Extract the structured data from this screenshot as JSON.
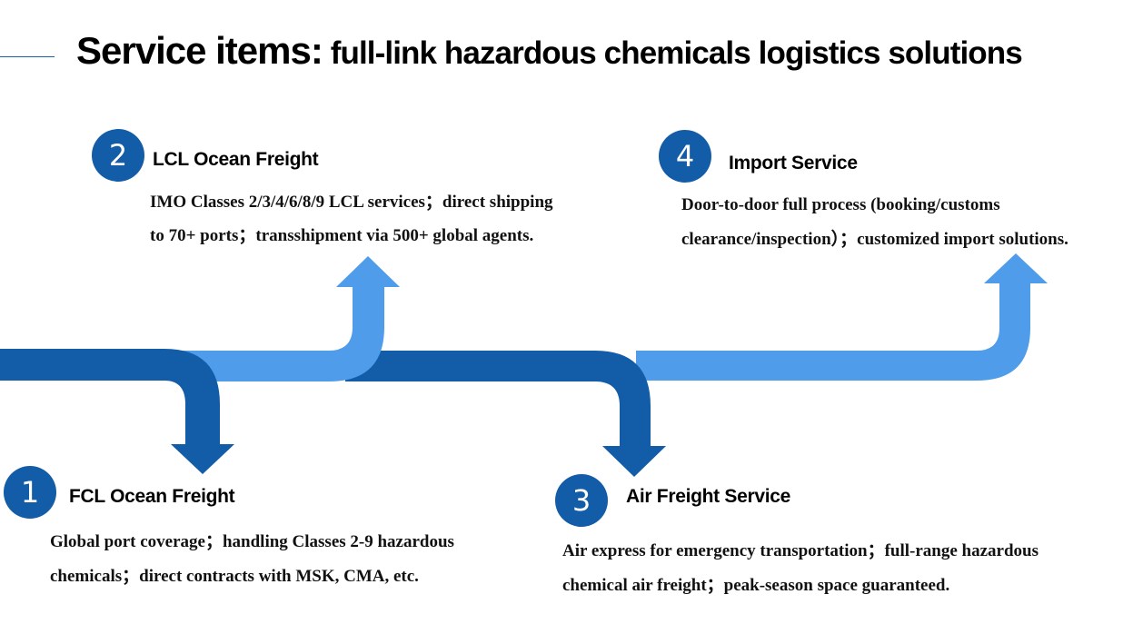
{
  "header": {
    "title_main": "Service items:",
    "title_sub": "full-link hazardous chemicals logistics solutions"
  },
  "colors": {
    "dark_blue": "#135ca8",
    "light_blue": "#4f9cea",
    "text": "#000000"
  },
  "services": [
    {
      "number": "1",
      "title": "FCL Ocean Freight",
      "desc_line1": "Global port coverage；handling Classes 2-9 hazardous",
      "desc_line2": "chemicals；direct contracts with MSK, CMA, etc.",
      "arrow": "down",
      "arrow_color": "dark_blue"
    },
    {
      "number": "2",
      "title": "LCL Ocean Freight",
      "desc_line1": "IMO Classes 2/3/4/6/8/9 LCL services；direct shipping",
      "desc_line2": "to 70+ ports；transshipment via 500+ global agents.",
      "arrow": "up",
      "arrow_color": "light_blue"
    },
    {
      "number": "3",
      "title": "Air Freight Service",
      "desc_line1": "Air express for emergency transportation；full-range hazardous",
      "desc_line2": "chemical air freight；peak-season space guaranteed.",
      "arrow": "down",
      "arrow_color": "dark_blue"
    },
    {
      "number": "4",
      "title": "Import Service",
      "desc_line1": "Door-to-door full process (booking/customs",
      "desc_line2": "clearance/inspection）；customized import solutions.",
      "arrow": "up",
      "arrow_color": "light_blue"
    }
  ]
}
